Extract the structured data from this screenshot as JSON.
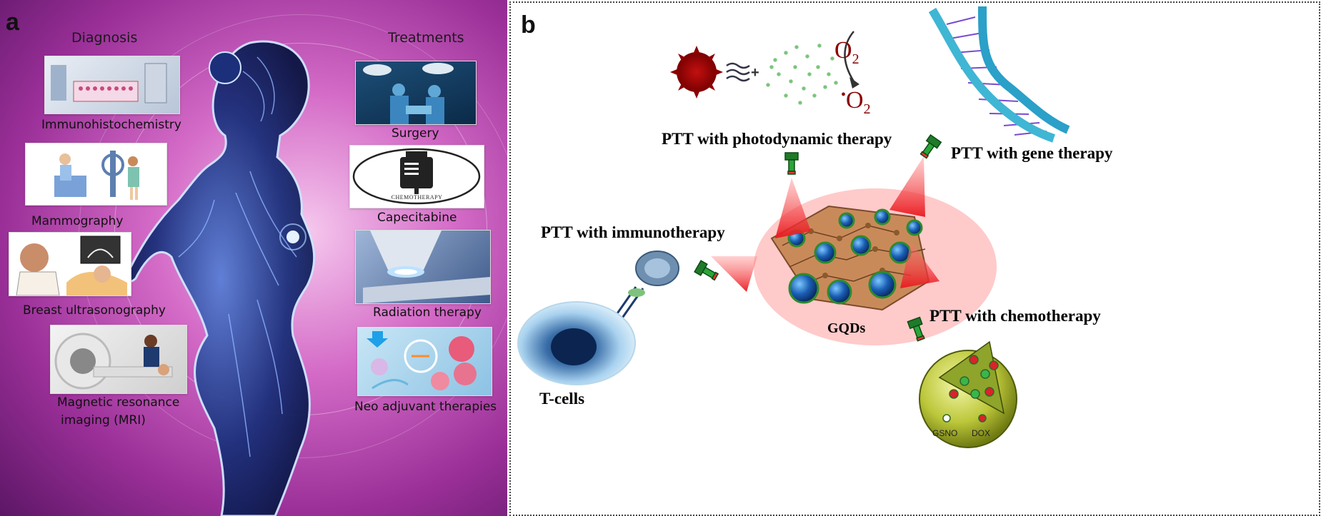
{
  "panel_a": {
    "letter": "a",
    "diagnosis_title": "Diagnosis",
    "treatments_title": "Treatments",
    "diagnosis_items": [
      {
        "label": "Immunohistochemistry"
      },
      {
        "label": "Mammography"
      },
      {
        "label": "Breast ultrasonography"
      },
      {
        "label": "Magnetic resonance imaging (MRI)",
        "line1": "Magnetic resonance",
        "line2": "imaging (MRI)"
      }
    ],
    "treatment_items": [
      {
        "label": "Surgery"
      },
      {
        "label": "Capecitabine",
        "inner_text": "CHEMOTHERAPY"
      },
      {
        "label": "Radiation therapy"
      },
      {
        "label": "Neo adjuvant therapies"
      }
    ]
  },
  "panel_b": {
    "letter": "b",
    "photodynamic": {
      "label": "PTT with photodynamic therapy",
      "o2": "O",
      "o2_sub": "2",
      "singlet_dot": "•"
    },
    "gene": {
      "label": "PTT with gene therapy"
    },
    "immuno": {
      "label": "PTT with immunotherapy"
    },
    "chemo": {
      "label": "PTT with chemotherapy",
      "gsno": "GSNO",
      "dox": "DOX"
    },
    "center_label": "GQDs",
    "tcells_label": "T-cells"
  }
}
